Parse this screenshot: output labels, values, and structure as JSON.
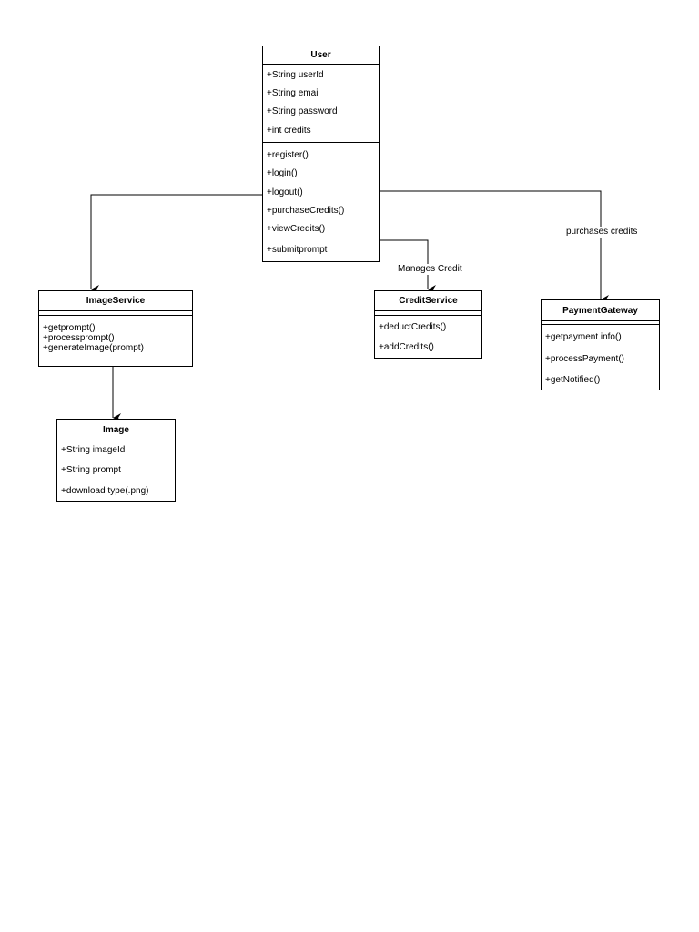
{
  "classes": {
    "user": {
      "name": "User",
      "attributes": [
        "+String userId",
        "+String email",
        "+String password",
        "+int credits"
      ],
      "methods": [
        "+register()",
        "+login()",
        "+logout()",
        "+purchaseCredits()",
        "+viewCredits()",
        "+submitprompt"
      ]
    },
    "image_service": {
      "name": "ImageService",
      "attributes": [],
      "methods": [
        "+getprompt()",
        "+processprompt()",
        "+generateImage(prompt)"
      ]
    },
    "credit_service": {
      "name": "CreditService",
      "attributes": [],
      "methods": [
        "+deductCredits()",
        "+addCredits()"
      ]
    },
    "payment_gateway": {
      "name": "PaymentGateway",
      "attributes": [],
      "methods": [
        "+getpayment info()",
        "+processPayment()",
        "+getNotified()"
      ]
    },
    "image": {
      "name": "Image",
      "attributes": [
        "+String imageId",
        "+String prompt",
        "+download type(.png)"
      ],
      "methods": []
    }
  },
  "edges": {
    "manages_credit": "Manages Credit",
    "purchases_credits": "purchases credits"
  }
}
